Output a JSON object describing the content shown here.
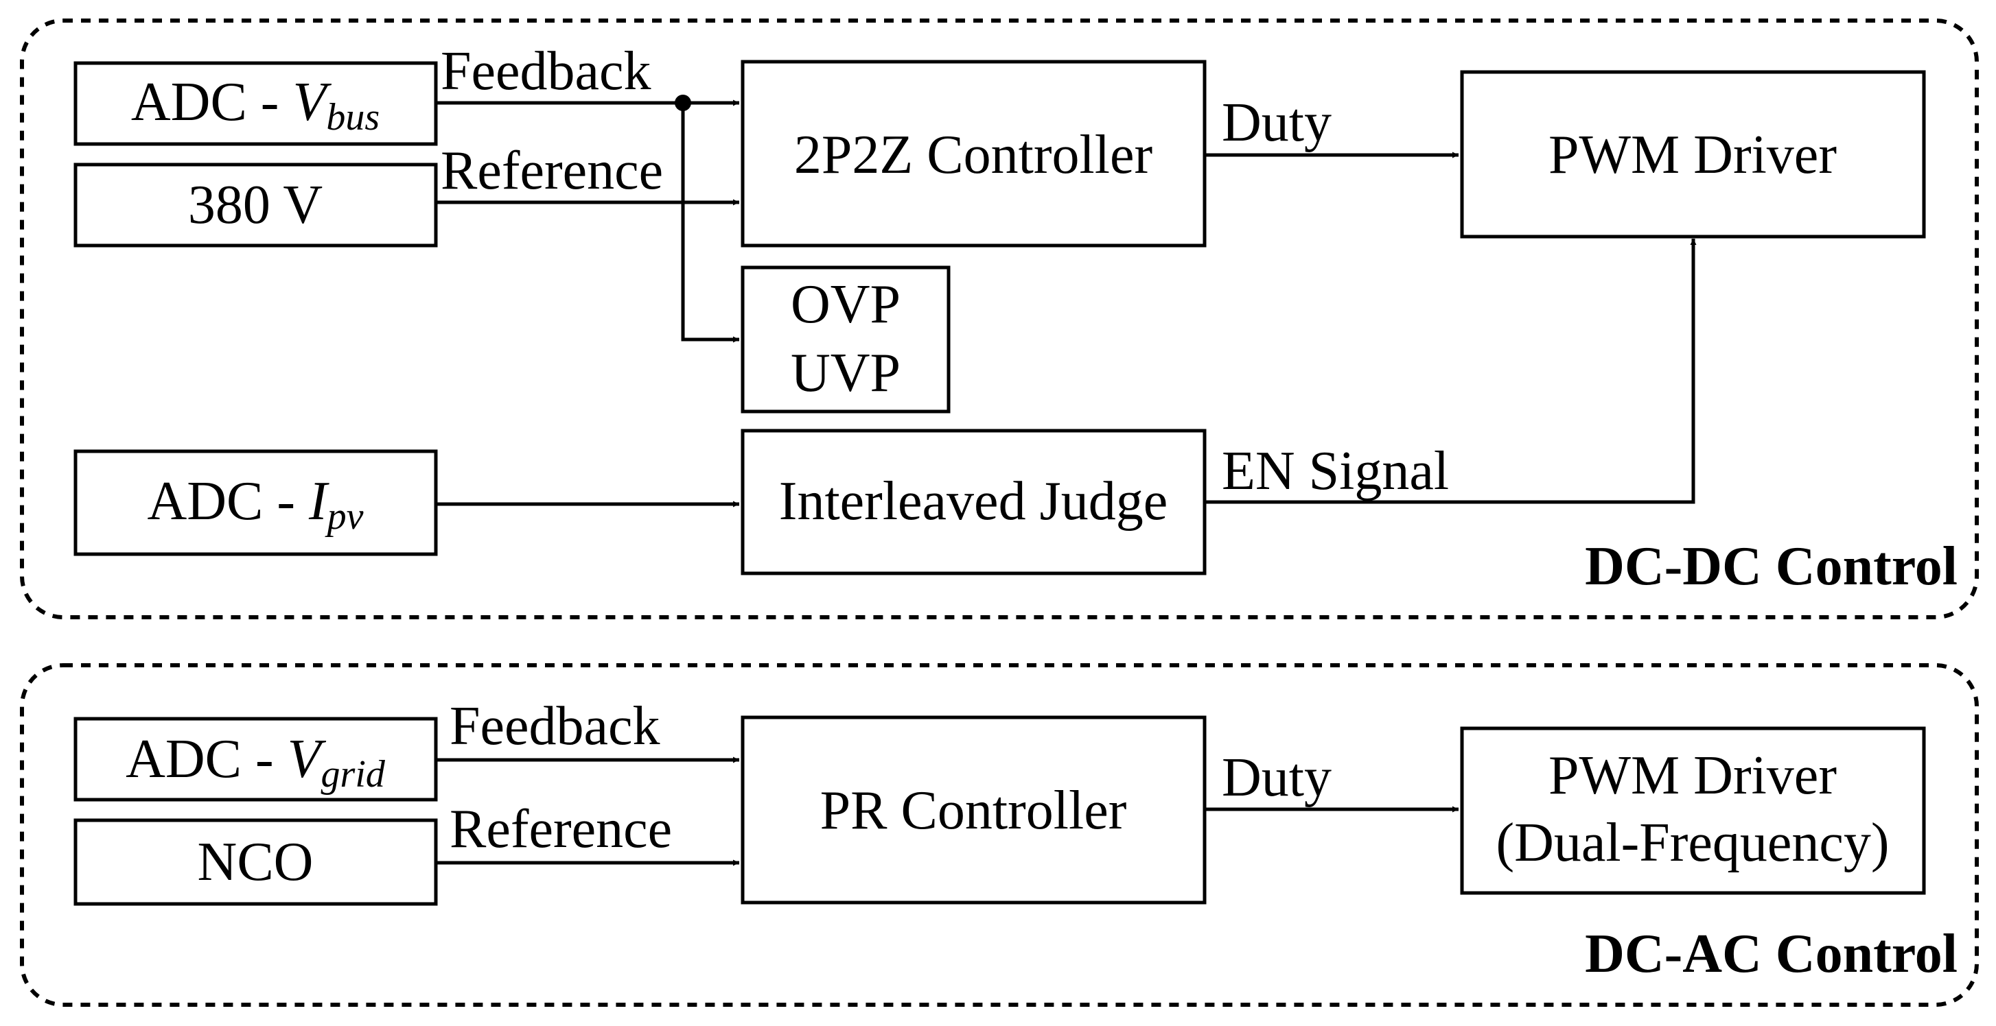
{
  "dcdc": {
    "group_label": "DC-DC Control",
    "adc_vbus": {
      "prefix": "ADC - ",
      "var": "V",
      "sub": "bus"
    },
    "ref_380": "380 V",
    "adc_ipv": {
      "prefix": "ADC - ",
      "var": "I",
      "sub": "pv"
    },
    "controller": "2P2Z Controller",
    "protection": [
      "OVP",
      "UVP"
    ],
    "judge": "Interleaved Judge",
    "pwm": "PWM Driver",
    "feedback_label": "Feedback",
    "reference_label": "Reference",
    "duty_label": "Duty",
    "en_label": "EN Signal"
  },
  "dcac": {
    "group_label": "DC-AC Control",
    "adc_vgrid": {
      "prefix": "ADC - ",
      "var": "V",
      "sub": "grid"
    },
    "nco": "NCO",
    "controller": "PR Controller",
    "pwm": [
      "PWM Driver",
      "(Dual-Frequency)"
    ],
    "feedback_label": "Feedback",
    "reference_label": "Reference",
    "duty_label": "Duty"
  }
}
